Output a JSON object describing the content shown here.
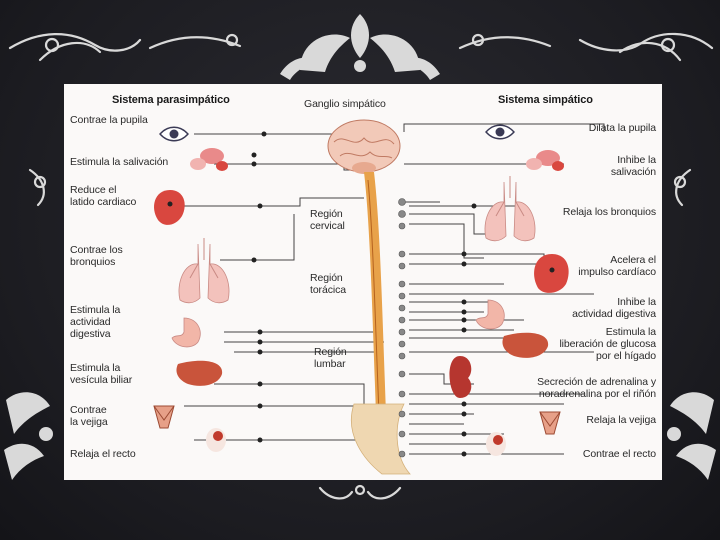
{
  "diagram": {
    "left_header": "Sistema parasimpático",
    "right_header": "Sistema simpático",
    "ganglion_label": "Ganglio simpático",
    "regions": [
      "Región\ncervical",
      "Región\ntorácica",
      "Región\nlumbar"
    ],
    "parasympathetic_effects": [
      "Contrae la pupila",
      "Estimula la salivación",
      "Reduce el\nlatido cardiaco",
      "Contrae los\nbronquios",
      "Estimula la\nactividad\ndigestiva",
      "Estimula la\nvesícula biliar",
      "Contrae\nla vejiga",
      "Relaja el recto"
    ],
    "sympathetic_effects": [
      "Dilata la pupila",
      "Inhibe la\nsalivación",
      "Relaja los bronquios",
      "Acelera el\nimpulso cardíaco",
      "Inhibe la\nactividad digestiva",
      "Estimula la\nliberación de glucosa\npor el hígado",
      "Secreción de adrenalina y\nnoradrenalina por el riñón",
      "Relaja la vejiga",
      "Contrae el recto"
    ]
  },
  "colors": {
    "background": "#1f1f24",
    "ornament": "#d9d9d9",
    "figure_bg": "#fbf9f8",
    "organ_red": "#d9473f",
    "spine_orange": "#e8a24a",
    "line": "#444444"
  },
  "organ_icons": [
    "eye-icon",
    "salivary-gland-icon",
    "heart-icon",
    "lungs-icon",
    "stomach-icon",
    "liver-icon",
    "kidney-icon",
    "bladder-icon",
    "rectum-icon",
    "brain-icon",
    "spinal-cord-icon"
  ]
}
